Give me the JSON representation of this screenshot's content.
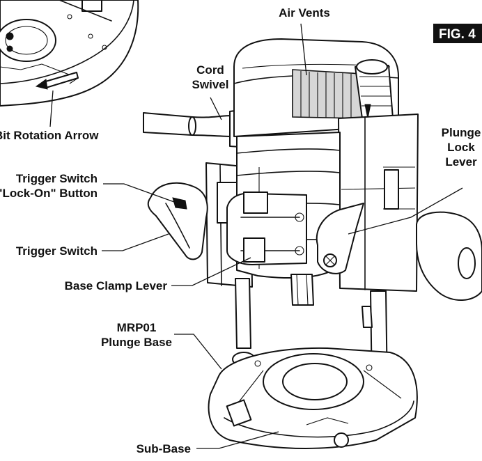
{
  "figure": {
    "tag": "FIG. 4"
  },
  "labels": {
    "air_vents": "Air Vents",
    "cord_swivel_1": "Cord",
    "cord_swivel_2": "Swivel",
    "plunge_lock_1": "Plunge",
    "plunge_lock_2": "Lock",
    "plunge_lock_3": "Lever",
    "bit_rotation": "Bit Rotation Arrow",
    "trigger_lockon_1": "Trigger Switch",
    "trigger_lockon_2": "\"Lock-On\" Button",
    "trigger_switch": "Trigger Switch",
    "base_clamp": "Base Clamp Lever",
    "plunge_base_1": "MRP01",
    "plunge_base_2": "Plunge Base",
    "sub_base": "Sub-Base"
  }
}
